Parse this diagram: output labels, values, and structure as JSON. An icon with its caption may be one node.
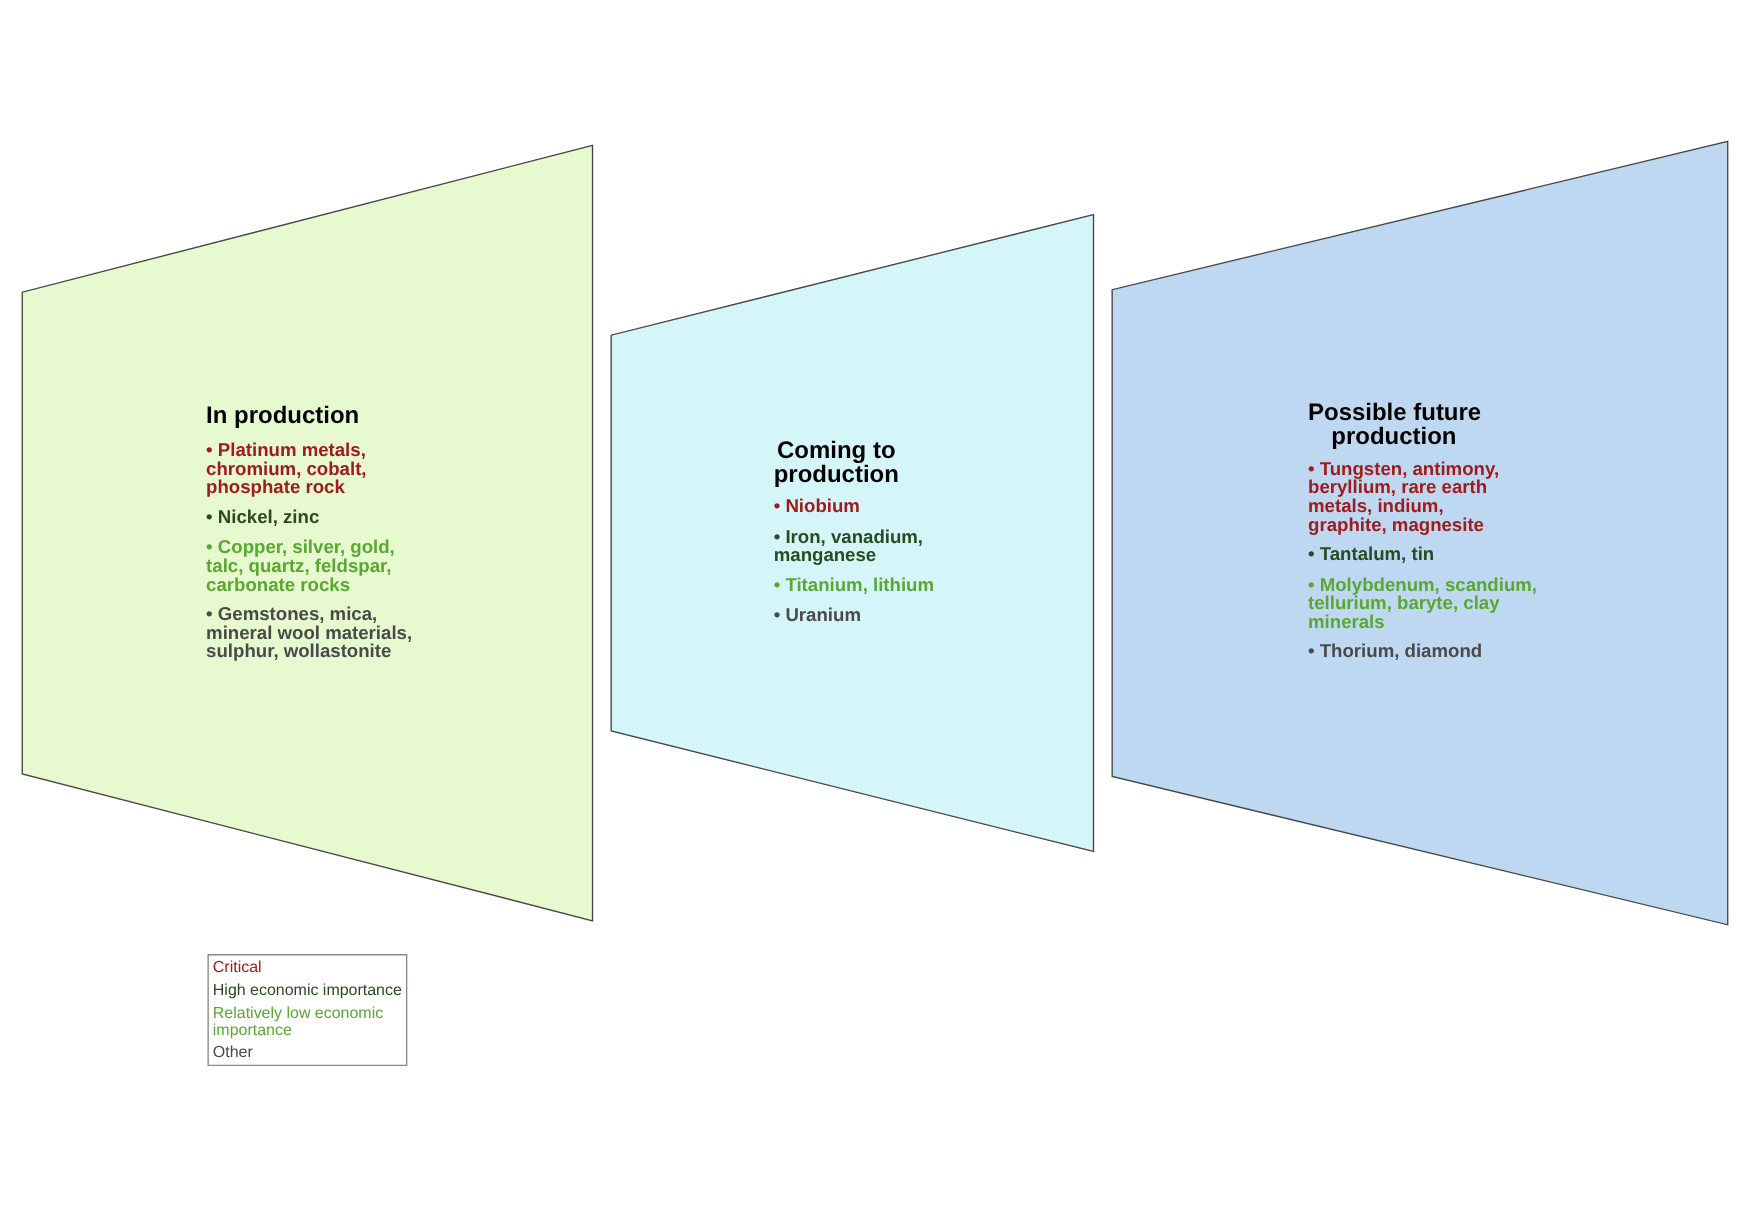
{
  "diagram": {
    "nodes": [
      {
        "text": [
          "In production",
          "• Platinum metals, chromium, cobalt, phosphate rock",
          "• Nickel, zinc",
          "• Copper, silver, gold, talc, quartz, feldspar, carbonate rocks",
          "• Gemstones, mica, mineral wool materials, sulphur, wollastonite"
        ]
      },
      {
        "text": [
          "Coming to production",
          "• Niobium",
          "• Iron, vanadium, manganese",
          "• Titanium, lithium",
          "• Uranium"
        ]
      },
      {
        "text": [
          "Possible future production",
          "• Tungsten, antimony, beryllium, rare earth metals, indium, graphite, magnesite",
          "• Tantalum, tin",
          "• Molybdenum, scandium, tellurium, baryte, clay minerals",
          "• Thorium, diamond"
        ]
      }
    ],
    "legend": [
      {
        "text": "Critical",
        "color": "#a01c1c"
      },
      {
        "text": "High economic importance",
        "color": "#2a4a22"
      },
      {
        "text": "Relatively low economic importance",
        "color": "#5aa832"
      },
      {
        "text": "Other",
        "color": "#4a4a4a"
      }
    ]
  }
}
